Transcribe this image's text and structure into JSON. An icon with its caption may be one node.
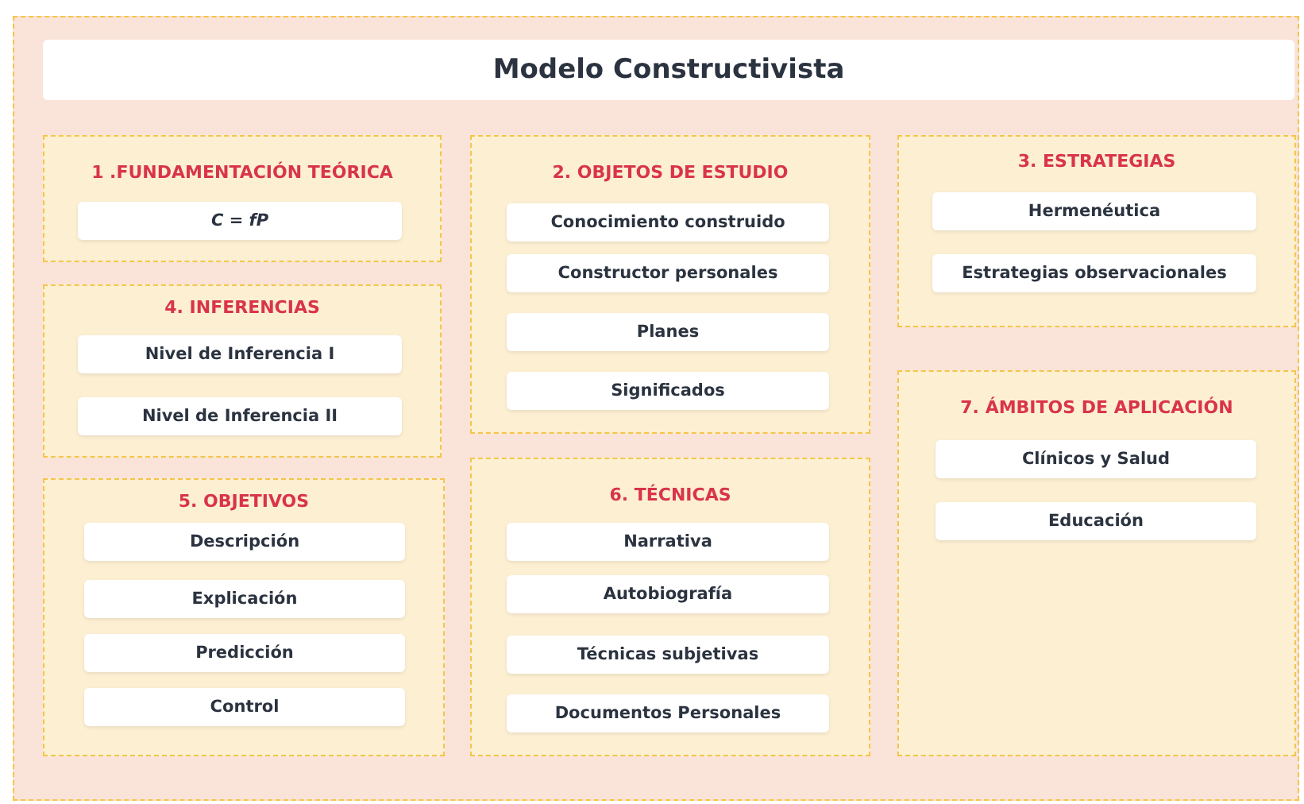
{
  "diagram": {
    "title": "Modelo Constructivista",
    "nodes": [
      {
        "text": [
          "1 .FUNDAMENTACIÓN TEÓRICA"
        ]
      },
      {
        "text": [
          "C = fP"
        ],
        "in": 0
      },
      {
        "text": [
          "2. OBJETOS DE ESTUDIO"
        ]
      },
      {
        "text": [
          "Conocimiento construido"
        ],
        "in": 2
      },
      {
        "text": [
          "Constructor personales"
        ],
        "in": 2
      },
      {
        "text": [
          "Planes"
        ],
        "in": 2
      },
      {
        "text": [
          "Significados"
        ],
        "in": 2
      },
      {
        "text": [
          "3. ESTRATEGIAS"
        ]
      },
      {
        "text": [
          "Hermenéutica"
        ],
        "in": 7
      },
      {
        "text": [
          "Estrategias observacionales"
        ],
        "in": 7
      },
      {
        "text": [
          "4. INFERENCIAS"
        ]
      },
      {
        "text": [
          "Nivel de Inferencia I"
        ],
        "in": 10
      },
      {
        "text": [
          "Nivel de Inferencia II"
        ],
        "in": 10
      },
      {
        "text": [
          "5. OBJETIVOS"
        ]
      },
      {
        "text": [
          "Descripción"
        ],
        "in": 13
      },
      {
        "text": [
          "Explicación"
        ],
        "in": 13
      },
      {
        "text": [
          "Predicción"
        ],
        "in": 13
      },
      {
        "text": [
          "Control"
        ],
        "in": 13
      },
      {
        "text": [
          "6. TÉCNICAS"
        ]
      },
      {
        "text": [
          "Narrativa"
        ],
        "in": 18
      },
      {
        "text": [
          "Autobiografía"
        ],
        "in": 18
      },
      {
        "text": [
          "Técnicas subjetivas"
        ],
        "in": 18
      },
      {
        "text": [
          "Documentos Personales"
        ],
        "in": 18
      },
      {
        "text": [
          "7. ÁMBITOS DE APLICACIÓN"
        ]
      },
      {
        "text": [
          "Clínicos y Salud"
        ],
        "in": 23
      },
      {
        "text": [
          "Educación"
        ],
        "in": 23
      }
    ],
    "edges": []
  }
}
